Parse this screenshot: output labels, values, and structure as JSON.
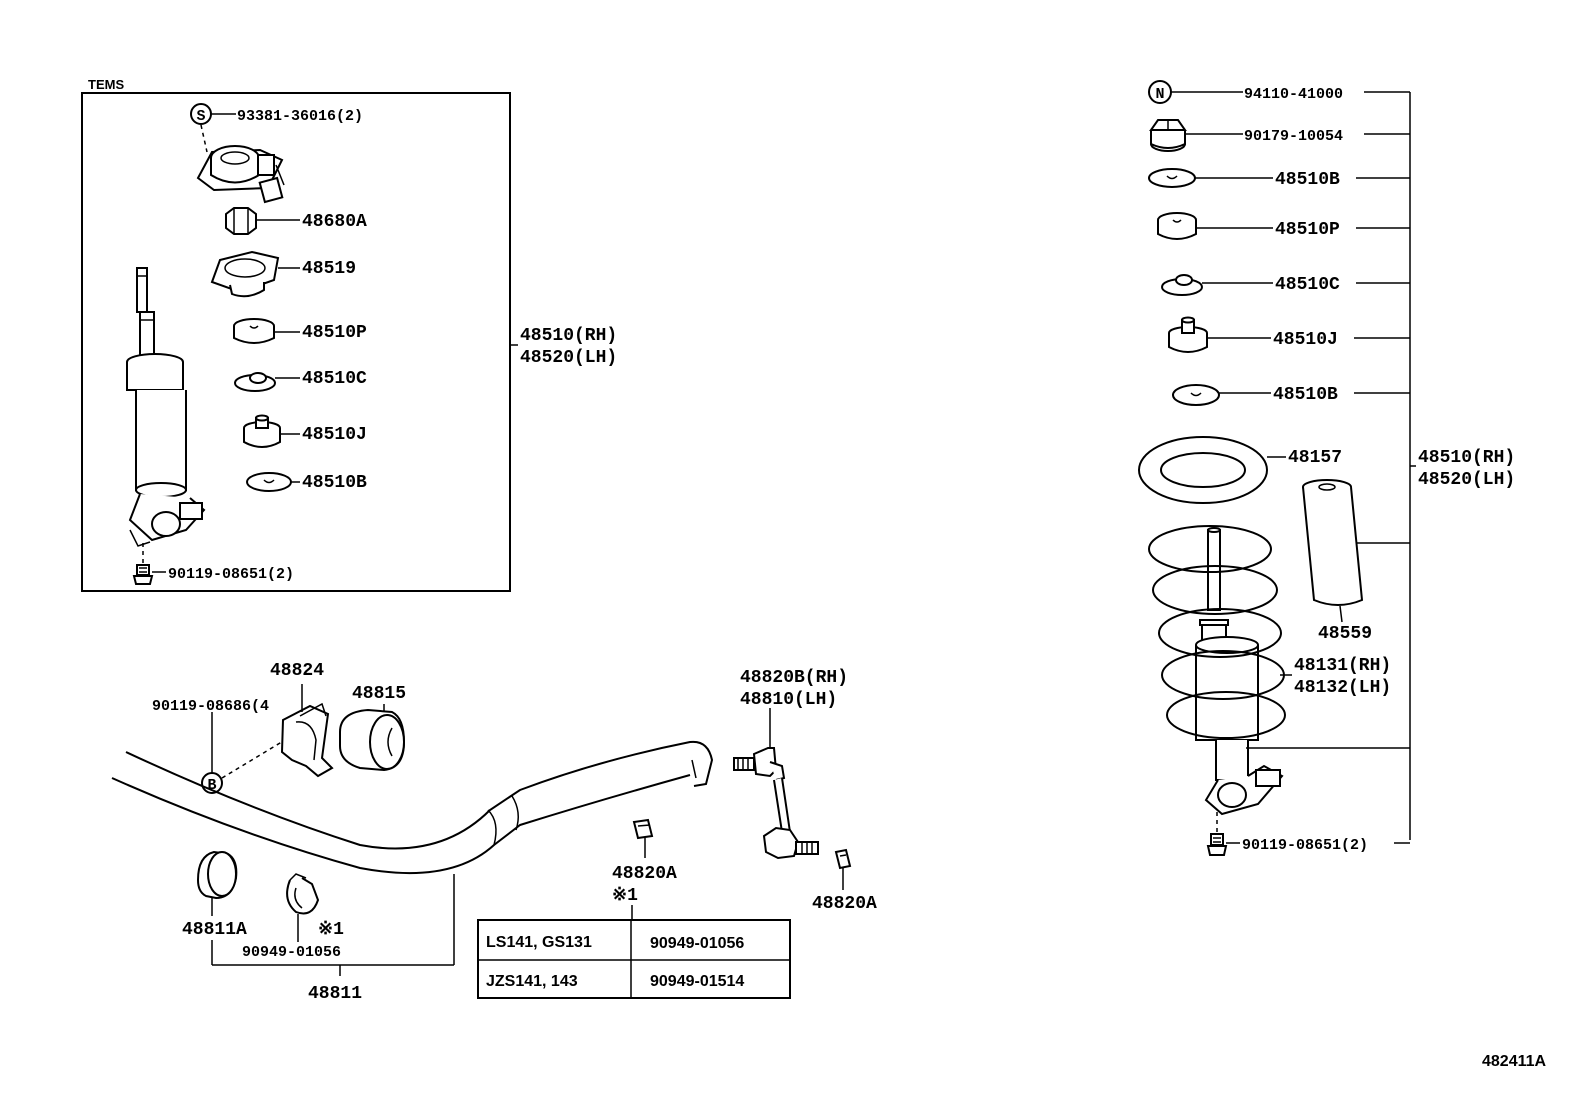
{
  "inset": {
    "title": "TEMS",
    "labels": {
      "p93381": "93381-36016(2)",
      "p48680a": "48680A",
      "p48519": "48519",
      "p48510p": "48510P",
      "p48510c": "48510C",
      "p48510j": "48510J",
      "p48510b": "48510B",
      "p90119": "90119-08651(2)",
      "rh": "48510(RH)",
      "lh": "48520(LH)"
    },
    "symbol_s": "S"
  },
  "right_assembly": {
    "symbol_n": "N",
    "labels": {
      "p94110": "94110-41000",
      "p90179": "90179-10054",
      "p48510b_top": "48510B",
      "p48510p": "48510P",
      "p48510c": "48510C",
      "p48510j": "48510J",
      "p48510b_bottom": "48510B",
      "p48157": "48157",
      "rh": "48510(RH)",
      "lh": "48520(LH)",
      "p48559": "48559",
      "spring_rh": "48131(RH)",
      "spring_lh": "48132(LH)",
      "p90119": "90119-08651(2)"
    }
  },
  "stabilizer": {
    "symbol_b": "B",
    "labels": {
      "p90119": "90119-08686(4",
      "p48824": "48824",
      "p48815": "48815",
      "link_rh": "48820B(RH)",
      "link_lh": "48810(LH)",
      "p48820a_center": "48820A",
      "mark_center": "※1",
      "p48820a_right": "48820A",
      "p48811a": "48811A",
      "mark_bottom": "※1",
      "p90949": "90949-01056",
      "p48811": "48811"
    },
    "table": {
      "rows": [
        {
          "model": "LS141, GS131",
          "part": "90949-01056"
        },
        {
          "model": "JZS141, 143",
          "part": "90949-01514"
        }
      ]
    }
  },
  "figure_code": "482411A"
}
